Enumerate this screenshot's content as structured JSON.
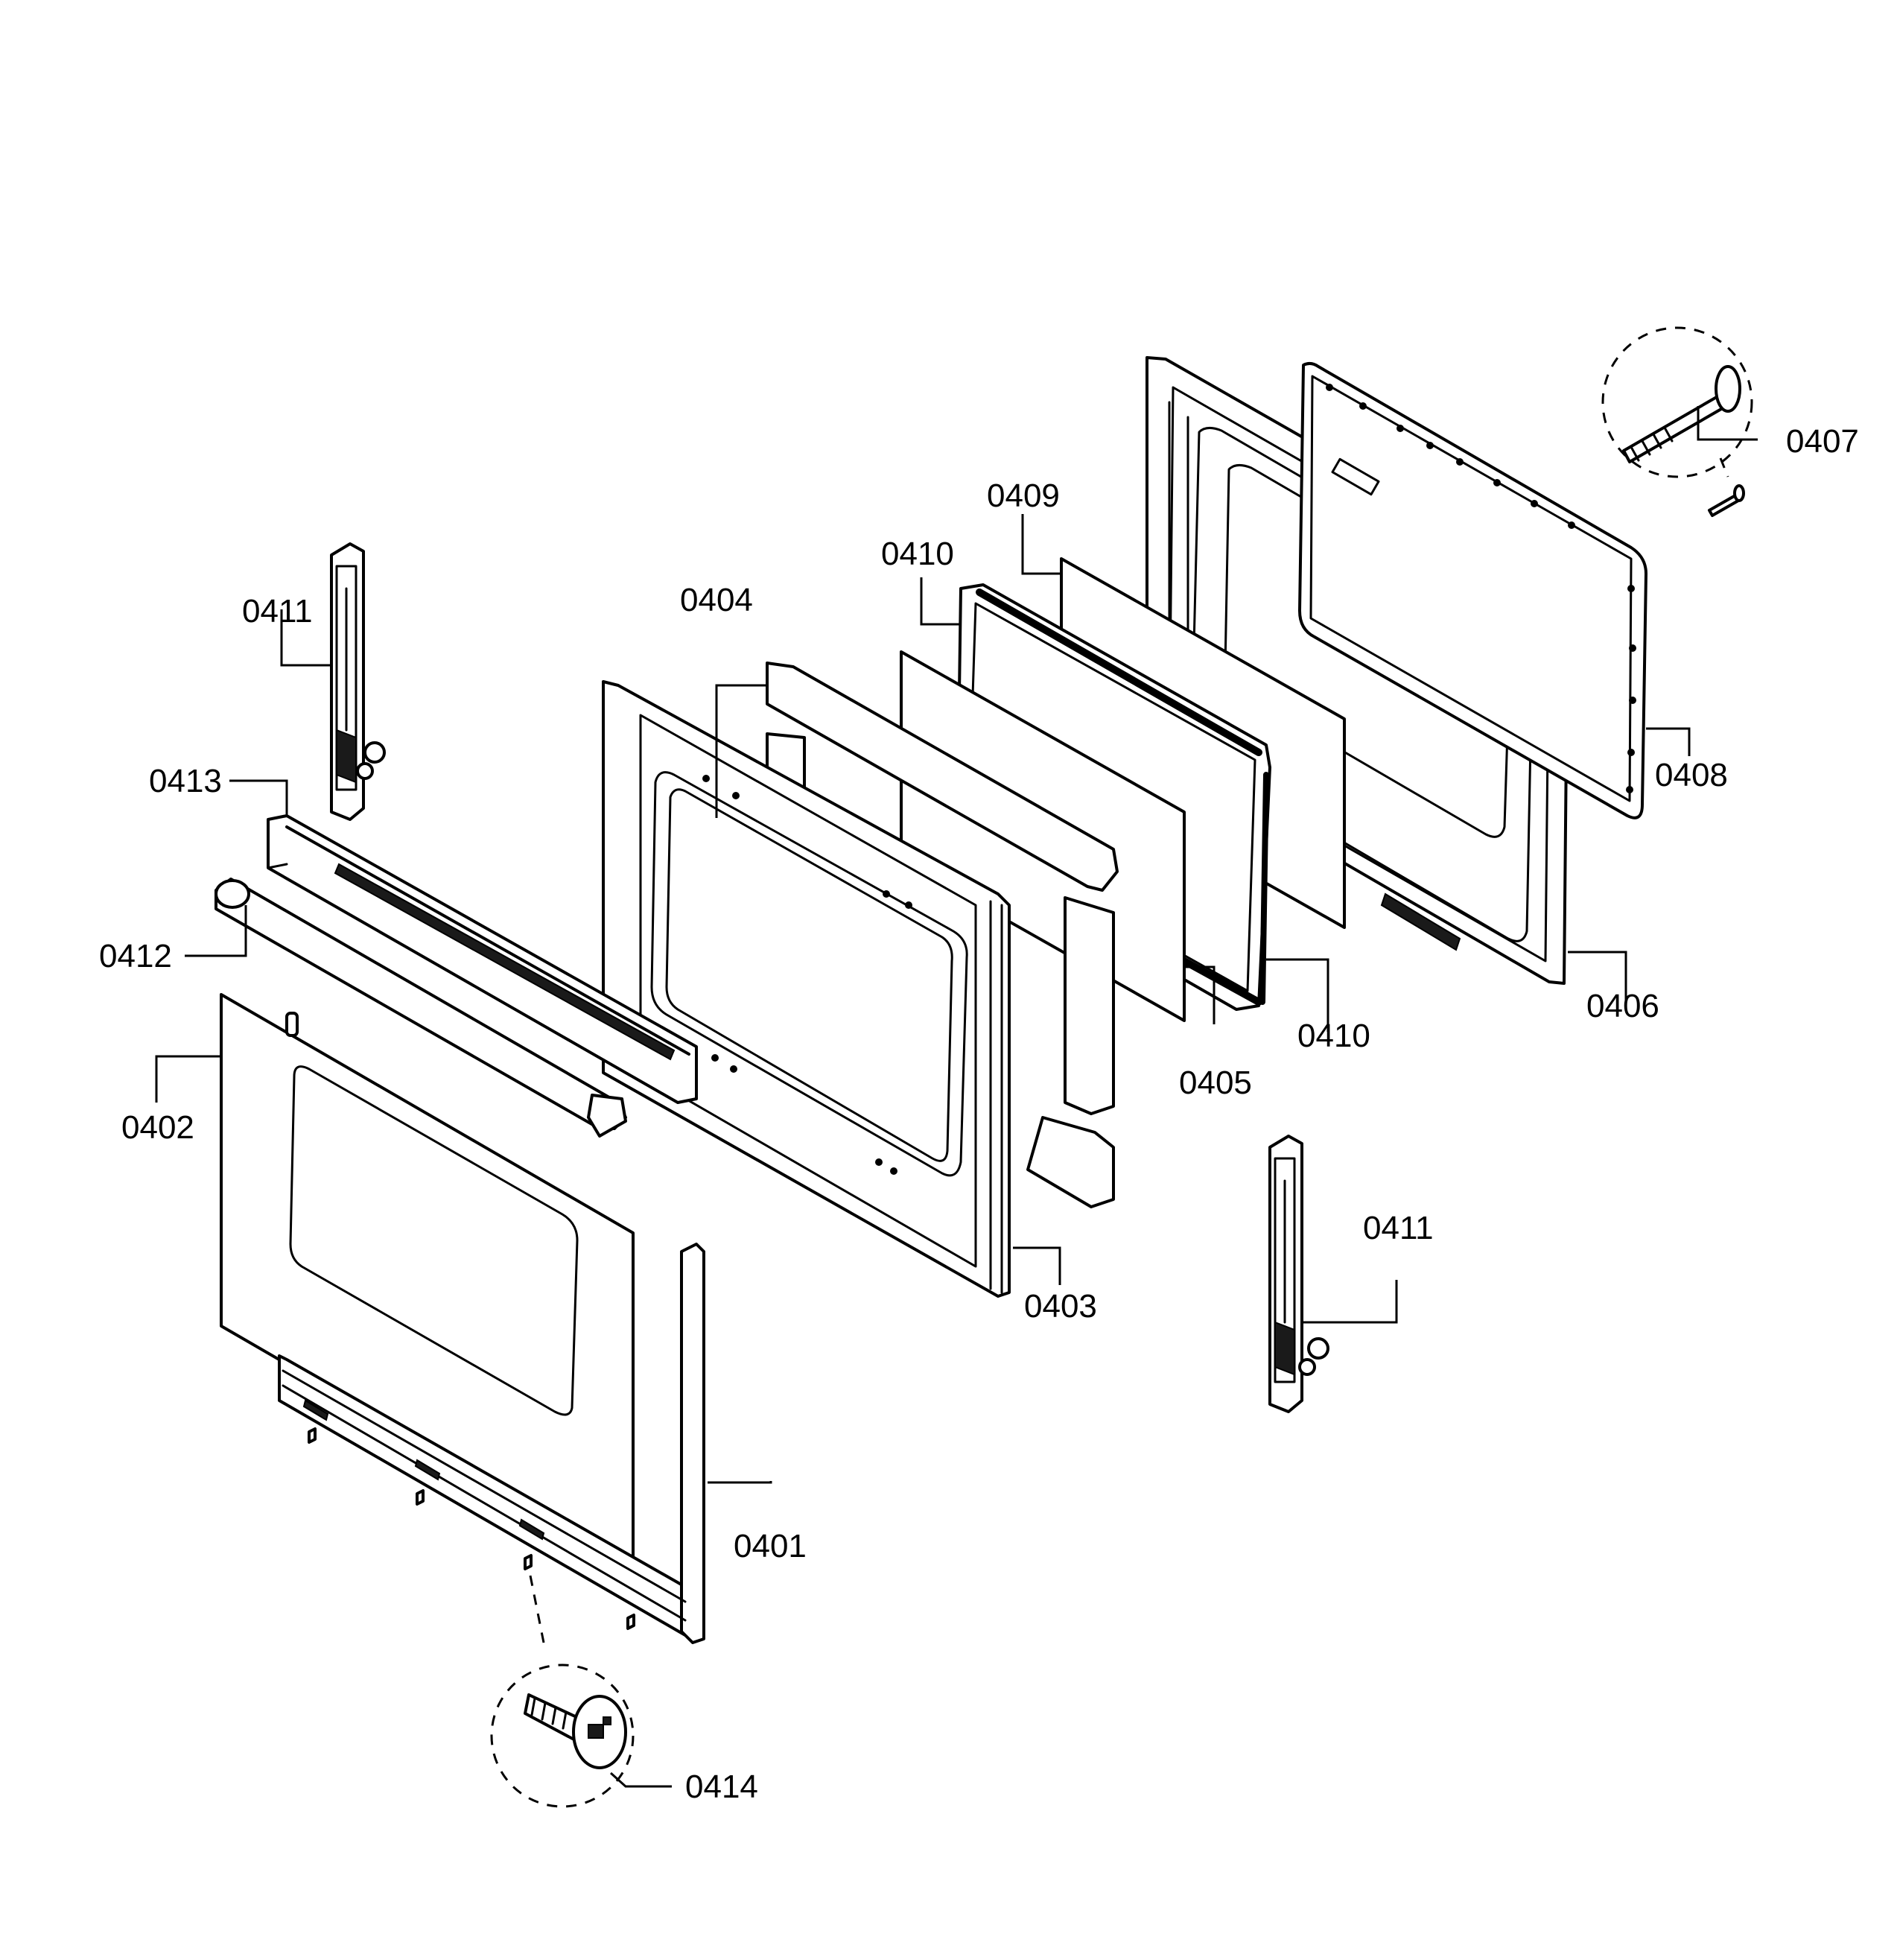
{
  "diagram": {
    "type": "exploded-parts-view",
    "callouts": {
      "p0401": "0401",
      "p0402": "0402",
      "p0403": "0403",
      "p0404": "0404",
      "p0405": "0405",
      "p0406": "0406",
      "p0407": "0407",
      "p0408": "0408",
      "p0409": "0409",
      "p0410a": "0410",
      "p0410b": "0410",
      "p0411a": "0411",
      "p0411b": "0411",
      "p0412": "0412",
      "p0413": "0413",
      "p0414": "0414"
    }
  }
}
